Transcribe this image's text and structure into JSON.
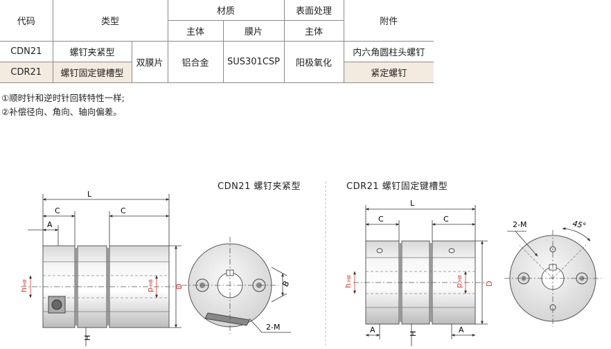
{
  "table": {
    "headers": {
      "code": "代码",
      "type": "类型",
      "material": "材质",
      "body_sub": "主体",
      "diaphragm_sub": "膜片",
      "surface": "表面处理",
      "surface_sub": "主体",
      "accessory": "附件"
    },
    "rows": [
      {
        "code": "CDN21",
        "type": "螺钉夹紧型",
        "accessory": "内六角圆柱头螺钉"
      },
      {
        "code": "CDR21",
        "type": "螺钉固定键槽型",
        "accessory": "紧定螺钉"
      }
    ],
    "shared": {
      "type_group": "双膜片",
      "body_material": "铝合金",
      "diaphragm_material": "SUS301CSP",
      "surface_treatment": "阳极氧化"
    }
  },
  "notes": [
    "①顺时针和逆时针回转特性一样;",
    "②补偿径向、角向、轴向偏差。"
  ],
  "diagrams": {
    "left_title": "CDN21 螺钉夹紧型",
    "right_title": "CDR21 螺钉固定键槽型",
    "labels": {
      "L": "L",
      "C": "C",
      "A": "A",
      "H": "H",
      "D": "D",
      "h": "h",
      "h_sub": "H8",
      "p": "p",
      "p_sub": "H8",
      "B": "B",
      "screw": "2-M",
      "angle": "45°"
    }
  },
  "colors": {
    "row_shade": "#f4ebe0",
    "table_border": "#8a8a8a",
    "dimension_red": "#d23a2a",
    "line_dark": "#333333"
  }
}
